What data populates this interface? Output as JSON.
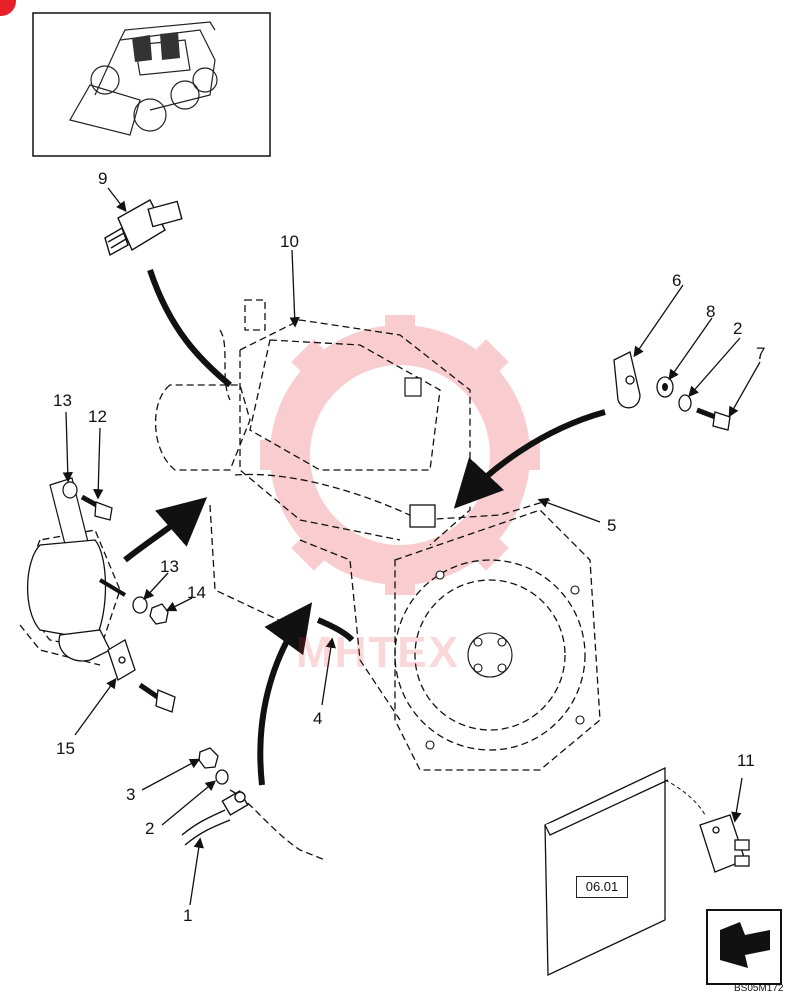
{
  "diagram": {
    "ref_box_label": "06.01",
    "drawing_code": "BS05M172",
    "watermark_text": "MHTEX",
    "callouts": [
      {
        "id": "c1",
        "label": "1"
      },
      {
        "id": "c2a",
        "label": "2"
      },
      {
        "id": "c2b",
        "label": "2"
      },
      {
        "id": "c3",
        "label": "3"
      },
      {
        "id": "c4",
        "label": "4"
      },
      {
        "id": "c5",
        "label": "5"
      },
      {
        "id": "c6",
        "label": "6"
      },
      {
        "id": "c7",
        "label": "7"
      },
      {
        "id": "c8",
        "label": "8"
      },
      {
        "id": "c9",
        "label": "9"
      },
      {
        "id": "c10",
        "label": "10"
      },
      {
        "id": "c11",
        "label": "11"
      },
      {
        "id": "c12",
        "label": "12"
      },
      {
        "id": "c13a",
        "label": "13"
      },
      {
        "id": "c13b",
        "label": "13"
      },
      {
        "id": "c14",
        "label": "14"
      },
      {
        "id": "c15",
        "label": "15"
      }
    ]
  },
  "colors": {
    "line": "#111111",
    "watermark": "#e8202a"
  },
  "icons": {
    "badge": "red-circle-badge",
    "page_turn": "page-turn-arrow-icon"
  }
}
